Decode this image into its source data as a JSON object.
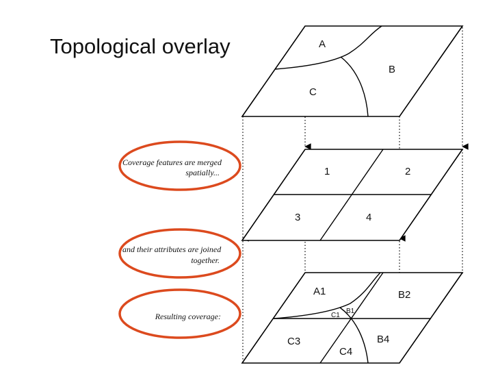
{
  "title": "Topological overlay",
  "notes": {
    "merged": [
      "Coverage features are merged",
      "spatially..."
    ],
    "joined": [
      "and their attributes are joined",
      "together."
    ],
    "result": "Resulting coverage:"
  },
  "layers": {
    "input_a": {
      "regions": [
        "A",
        "B",
        "C"
      ]
    },
    "input_b": {
      "regions": [
        "1",
        "2",
        "3",
        "4"
      ]
    },
    "result": {
      "regions": [
        "A1",
        "B2",
        "B1",
        "C1",
        "C3",
        "C4",
        "B4"
      ]
    }
  },
  "colors": {
    "oval_stroke": "#dc4a1e",
    "line": "#000000"
  }
}
